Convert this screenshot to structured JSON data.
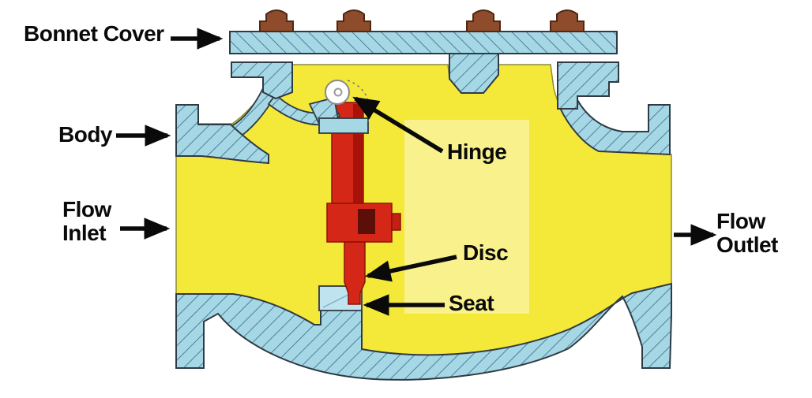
{
  "labels": {
    "bonnet_cover": "Bonnet Cover",
    "body": "Body",
    "flow_inlet": [
      "Flow",
      "Inlet"
    ],
    "hinge": "Hinge",
    "disc": "Disc",
    "seat": "Seat",
    "flow_outlet": [
      "Flow",
      "Outlet"
    ]
  },
  "hardware": {
    "bolt_count": 4
  },
  "colors": {
    "metal_section_blue": "#a6d7e4",
    "hatch_blue": "#4d7f9e",
    "flow_area_yellow": "#f4e839",
    "disc_red": "#d42718",
    "disc_dark_red": "#9c150b",
    "bolt_brown": "#8f4c2c",
    "hinge_pin_white": "#ffffff",
    "label_black": "#0a0a0a"
  }
}
